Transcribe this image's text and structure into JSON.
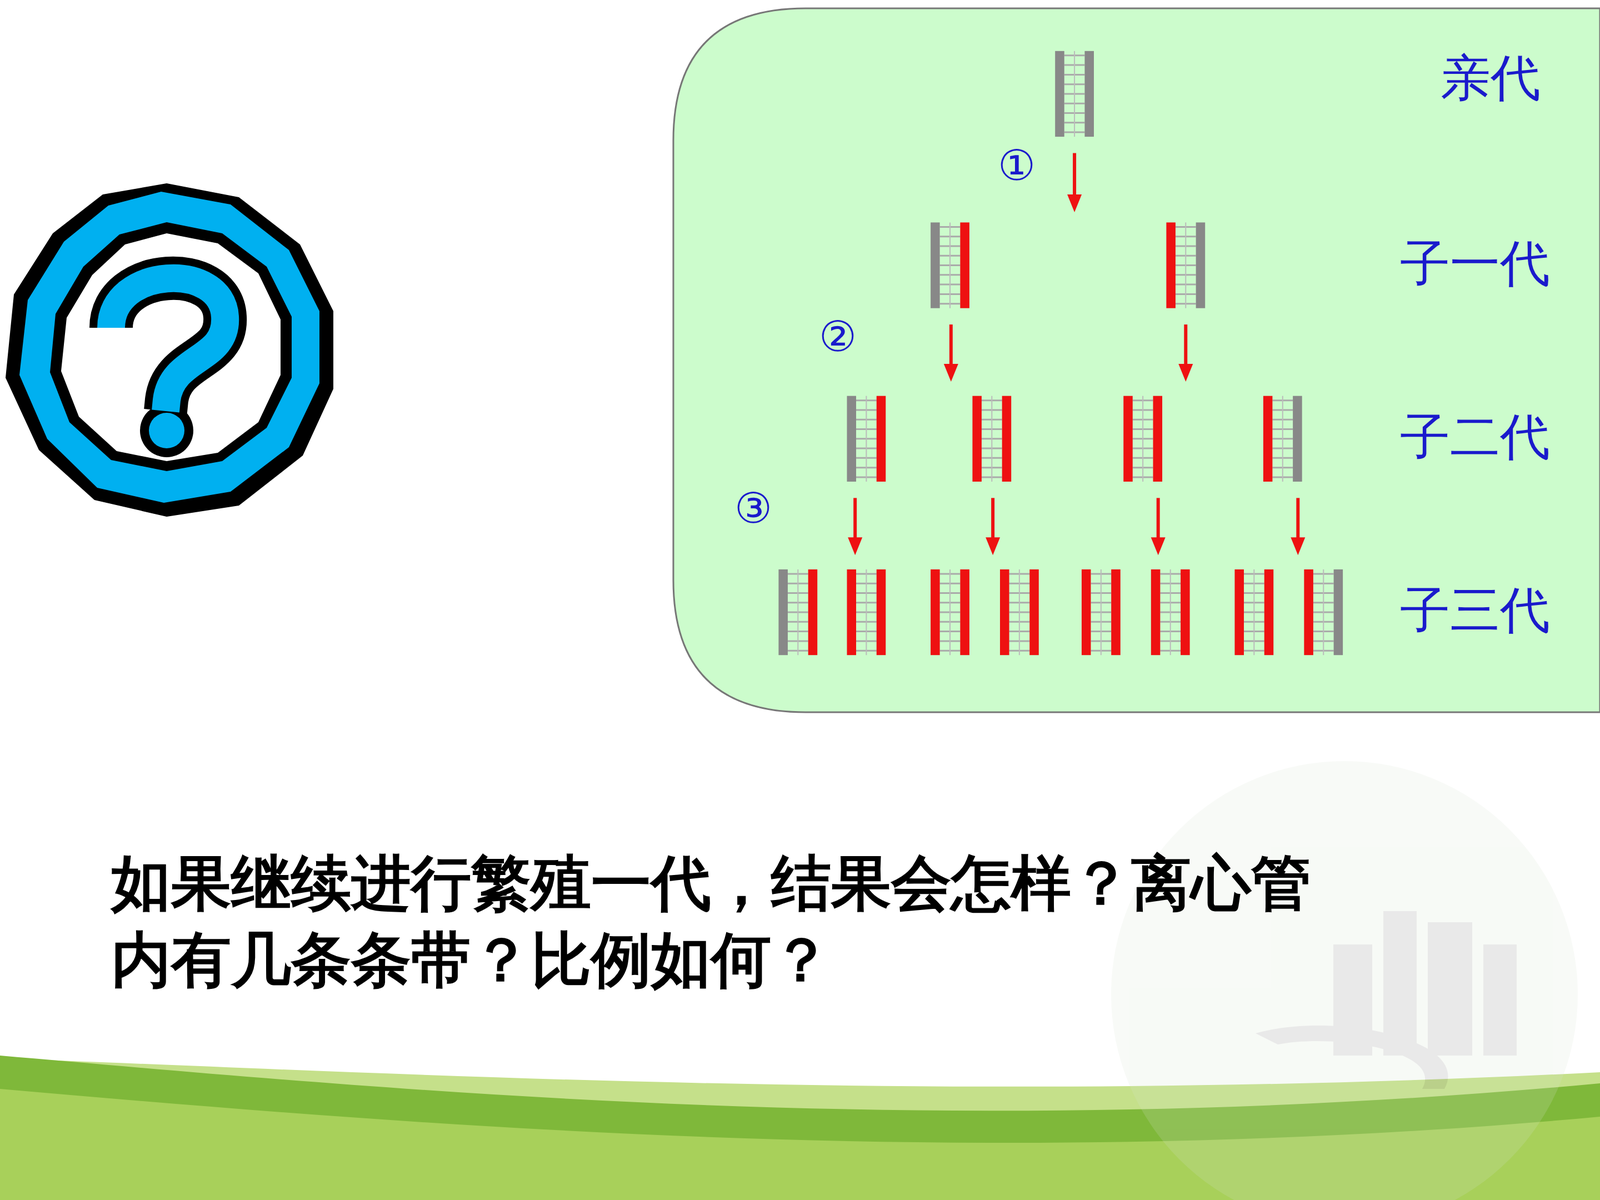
{
  "diagram": {
    "labels": [
      "亲代",
      "①",
      "子一代",
      "②",
      "子二代",
      "③",
      "子三代",
      "如果继续进行繁殖一代，结果会怎样？离心管 内有几条条带？比例如何？"
    ]
  }
}
